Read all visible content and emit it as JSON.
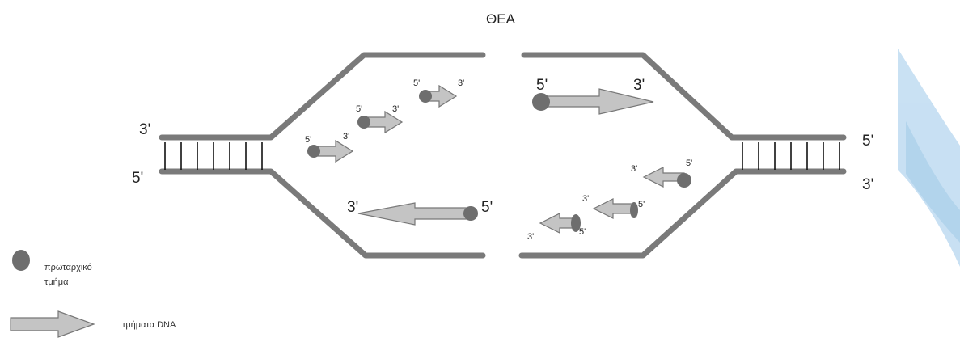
{
  "title": "ΘΕΑ",
  "colors": {
    "strand": "#7a7a7a",
    "arrow_fill": "#c4c4c4",
    "arrow_stroke": "#777777",
    "primer": "#6e6e6e",
    "watermark": "#5aa2d6"
  },
  "strand_ends": {
    "left_top": "3'",
    "left_bottom": "5'",
    "right_top": "5'",
    "right_bottom": "3'"
  },
  "fragments": {
    "top_left_1": {
      "start": "5'",
      "end": "3'"
    },
    "top_left_2": {
      "start": "5'",
      "end": "3'"
    },
    "top_left_3": {
      "start": "5'",
      "end": "3'"
    },
    "top_right_leading": {
      "start": "5'",
      "end": "3'"
    },
    "bottom_left_leading": {
      "start": "5'",
      "end": "3'"
    },
    "bottom_right_1": {
      "start": "5'",
      "end": "3'"
    },
    "bottom_right_2": {
      "start": "5'",
      "end": "3'"
    },
    "bottom_right_3": {
      "start": "5'",
      "end": "3'"
    }
  },
  "legend": {
    "primer_line1": "πρωταρχικό",
    "primer_line2": "τμήμα",
    "fragments_label": "τμήματα DNA",
    "primer_icon": "grey-circle",
    "fragment_icon": "grey-arrow"
  }
}
